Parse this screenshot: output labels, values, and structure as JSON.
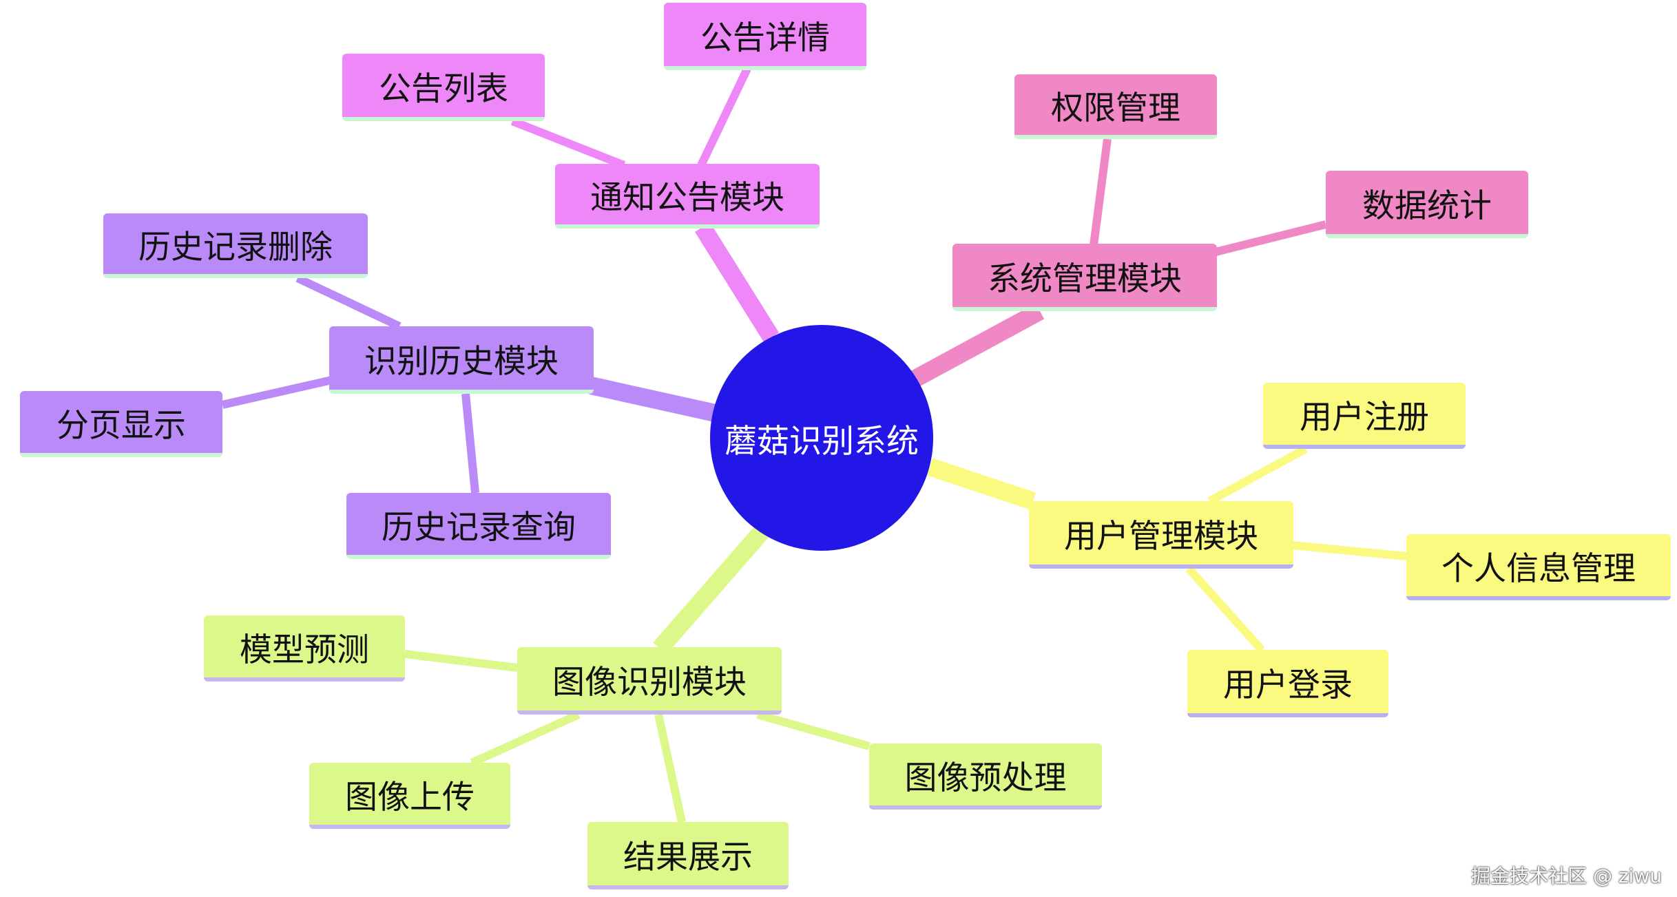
{
  "colors": {
    "root": "#2217e6",
    "notify": "#ee88f8",
    "sysmgr": "#ef88c4",
    "history": "#b98af8",
    "image": "#dcf88a",
    "user": "#fafa80",
    "notify_underline": "#c9f7d6",
    "sysmgr_underline": "#c9f7d6",
    "history_underline": "#c9f7d6",
    "image_underline": "#c7b6ee",
    "user_underline": "#b8b0ee"
  },
  "root": {
    "label": "蘑菇识别系统"
  },
  "modules": {
    "notify": {
      "label": "通知公告模块",
      "children": {
        "detail": "公告详情",
        "list": "公告列表"
      }
    },
    "sysmgr": {
      "label": "系统管理模块",
      "children": {
        "perm": "权限管理",
        "stats": "数据统计"
      }
    },
    "history": {
      "label": "识别历史模块",
      "children": {
        "delete": "历史记录删除",
        "paging": "分页显示",
        "query": "历史记录查询"
      }
    },
    "image": {
      "label": "图像识别模块",
      "children": {
        "predict": "模型预测",
        "upload": "图像上传",
        "result": "结果展示",
        "preprocess": "图像预处理"
      }
    },
    "user": {
      "label": "用户管理模块",
      "children": {
        "register": "用户注册",
        "profile": "个人信息管理",
        "login": "用户登录"
      }
    }
  },
  "watermark": "掘金技术社区 @ ziwu"
}
